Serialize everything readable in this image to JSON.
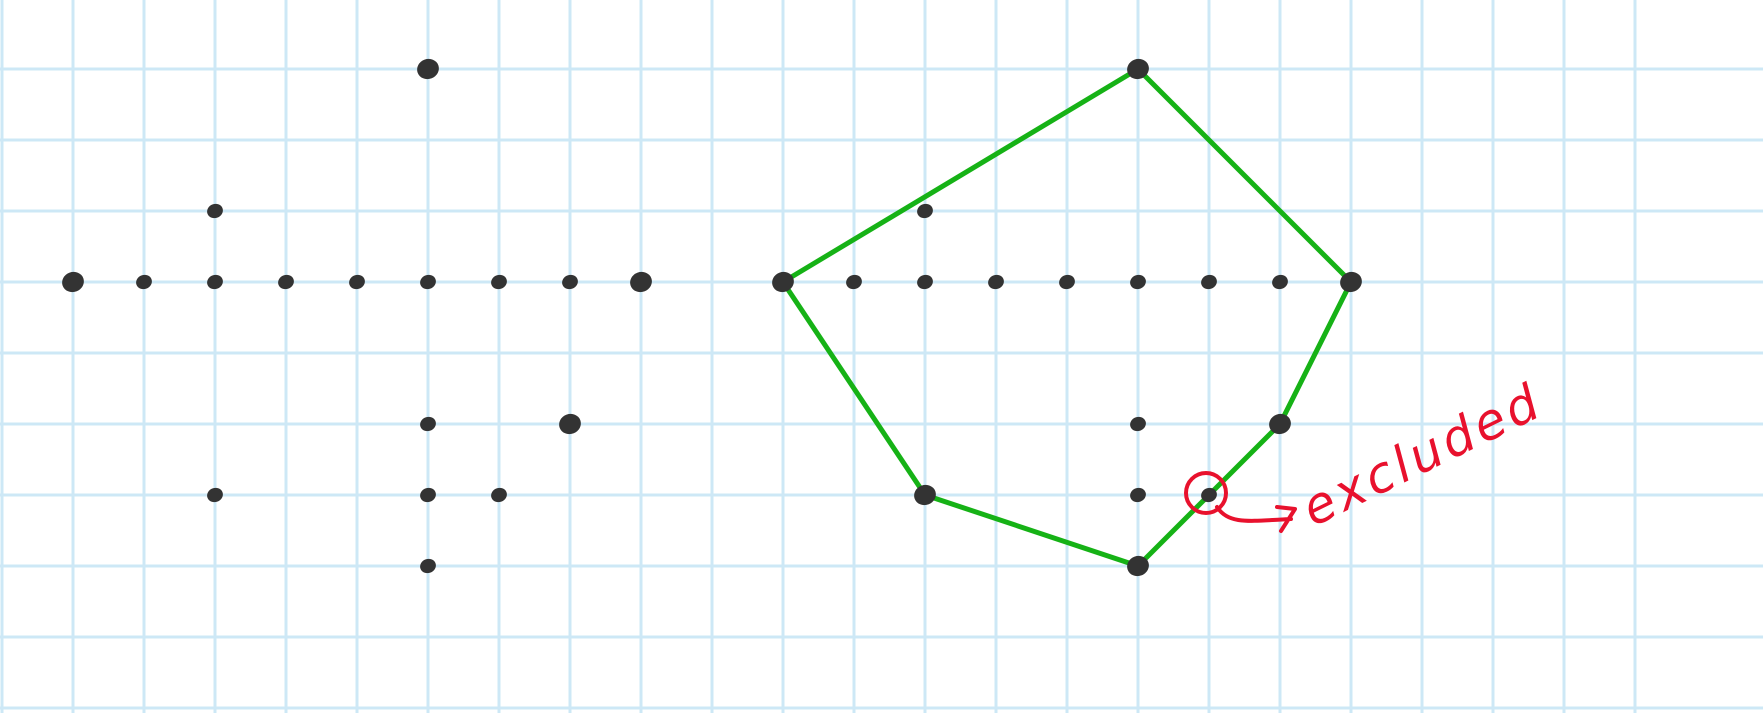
{
  "colors": {
    "background": "#ffffff",
    "grid": "#cde8f6",
    "point": "#333333",
    "hull": "#16b216",
    "annotation": "#e8112d"
  },
  "grid": {
    "columns": 22,
    "rows": 9
  },
  "point_sets": [
    {
      "name": "input-points",
      "points": [
        [
          1,
          4
        ],
        [
          2,
          4
        ],
        [
          3,
          4
        ],
        [
          4,
          4
        ],
        [
          5,
          4
        ],
        [
          6,
          4
        ],
        [
          7,
          4
        ],
        [
          8,
          4
        ],
        [
          9,
          4
        ],
        [
          6,
          1
        ],
        [
          3,
          3
        ],
        [
          6,
          6
        ],
        [
          8,
          6
        ],
        [
          3,
          7
        ],
        [
          6,
          7
        ],
        [
          7,
          7
        ],
        [
          6,
          8
        ]
      ]
    },
    {
      "name": "hull-points",
      "points": [
        [
          11,
          4
        ],
        [
          12,
          4
        ],
        [
          13,
          4
        ],
        [
          14,
          4
        ],
        [
          15,
          4
        ],
        [
          16,
          4
        ],
        [
          17,
          4
        ],
        [
          18,
          4
        ],
        [
          19,
          4
        ],
        [
          16,
          1
        ],
        [
          13,
          3
        ],
        [
          16,
          6
        ],
        [
          18,
          6
        ],
        [
          13,
          7
        ],
        [
          16,
          7
        ],
        [
          16,
          8
        ],
        [
          17,
          7
        ]
      ]
    }
  ],
  "hull": {
    "vertices": [
      [
        16,
        1
      ],
      [
        19,
        4
      ],
      [
        18,
        6
      ],
      [
        16,
        8
      ],
      [
        13,
        7
      ],
      [
        11,
        4
      ]
    ]
  },
  "annotation": {
    "text": "excluded",
    "point": [
      17,
      7
    ],
    "icon": "circle-arrow-annotation"
  }
}
